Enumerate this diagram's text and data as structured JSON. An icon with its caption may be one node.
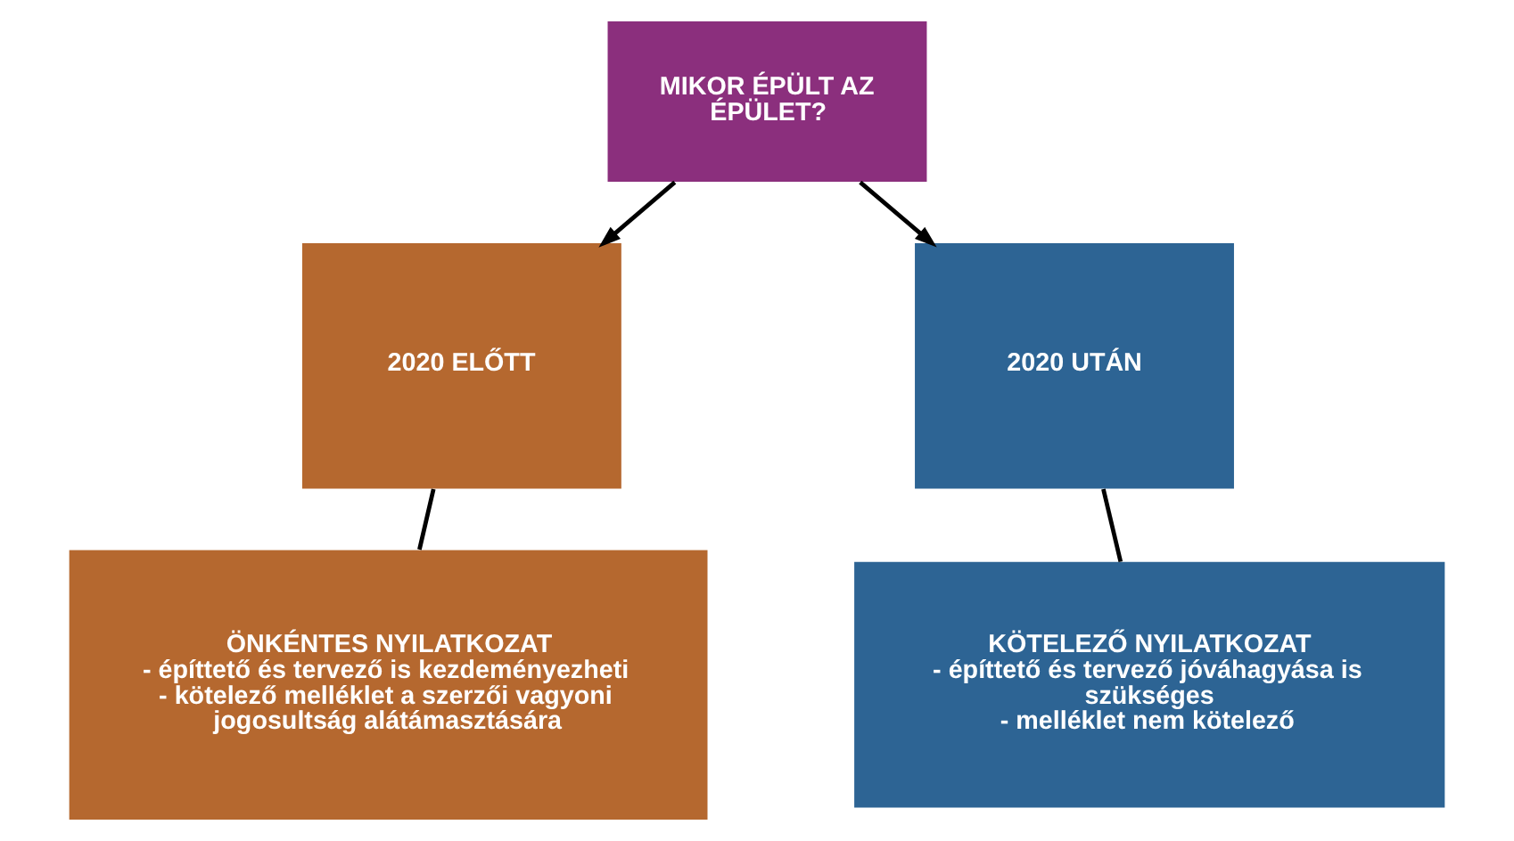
{
  "diagram": {
    "nodes": [
      {
        "text": [
          "MIKOR ÉPÜLT AZ ÉPÜLET?"
        ]
      },
      {
        "text": [
          "2020 ELŐTT"
        ]
      },
      {
        "text": [
          "2020 UTÁN"
        ]
      },
      {
        "text": [
          "ÖNKÉNTES NYILATKOZAT",
          "- építtető és tervező is kezdeményezheti",
          "- kötelező melléklet a szerzői vagyoni jogosultság alátámasztására"
        ]
      },
      {
        "text": [
          "KÖTELEZŐ NYILATKOZAT",
          "- építtető és tervező jóváhagyása is szükséges",
          "- melléklet nem kötelező"
        ]
      }
    ],
    "edges": [
      {
        "from": 0,
        "to": 1,
        "arrow": "to"
      },
      {
        "from": 0,
        "to": 2,
        "arrow": "to"
      },
      {
        "from": 1,
        "to": 3,
        "arrow": "none"
      },
      {
        "from": 2,
        "to": 4,
        "arrow": "none"
      }
    ]
  }
}
